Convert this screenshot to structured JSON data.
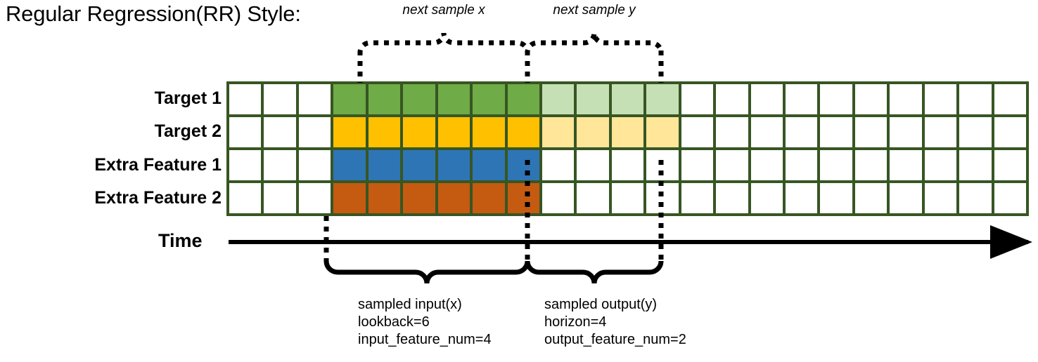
{
  "title": "Regular Regression(RR) Style:",
  "top_annotations": {
    "next_x": "next sample x",
    "next_y": "next sample y"
  },
  "axis": {
    "time_label": "Time"
  },
  "rows": [
    {
      "label": "Target 1",
      "key": "target-1",
      "color": "#6FAB46",
      "light_color": "#C5E0B4",
      "has_output": true
    },
    {
      "label": "Target 2",
      "key": "target-2",
      "color": "#FFC000",
      "light_color": "#FFE699",
      "has_output": true
    },
    {
      "label": "Extra Feature 1",
      "key": "extra-feature-1",
      "color": "#2E75B6",
      "light_color": "",
      "has_output": false
    },
    {
      "label": "Extra Feature 2",
      "key": "extra-feature-2",
      "color": "#C55A11",
      "light_color": "",
      "has_output": false
    }
  ],
  "grid": {
    "total_columns": 23,
    "lead_blank_columns": 3,
    "input_columns": 6,
    "output_columns": 4,
    "trailing_blank_columns": 10,
    "border_color": "#375623"
  },
  "bottom_annotations": {
    "input": {
      "line1": "sampled input(x)",
      "line2": "lookback=6",
      "line3": "input_feature_num=4"
    },
    "output": {
      "line1": "sampled output(y)",
      "line2": "horizon=4",
      "line3": "output_feature_num=2"
    }
  },
  "chart_data": {
    "type": "table",
    "title": "Regular Regression(RR) Style:",
    "description": "Time-series windowing diagram: 4 feature rows by 23 time columns. Columns 4-9 form the sampled input window (x, lookback=6) across all 4 features; columns 10-13 form the sampled output window (y, horizon=4) across the 2 target features only.",
    "categories": [
      "Target 1",
      "Target 2",
      "Extra Feature 1",
      "Extra Feature 2"
    ],
    "series": [
      {
        "name": "input-window",
        "start_column": 4,
        "end_column": 9,
        "length": 6,
        "rows": [
          "Target 1",
          "Target 2",
          "Extra Feature 1",
          "Extra Feature 2"
        ]
      },
      {
        "name": "output-window",
        "start_column": 10,
        "end_column": 13,
        "length": 4,
        "rows": [
          "Target 1",
          "Target 2"
        ]
      }
    ],
    "lookback": 6,
    "horizon": 4,
    "input_feature_num": 4,
    "output_feature_num": 2,
    "xlabel": "Time",
    "ylabel": "",
    "grid": true,
    "legend": "none"
  }
}
